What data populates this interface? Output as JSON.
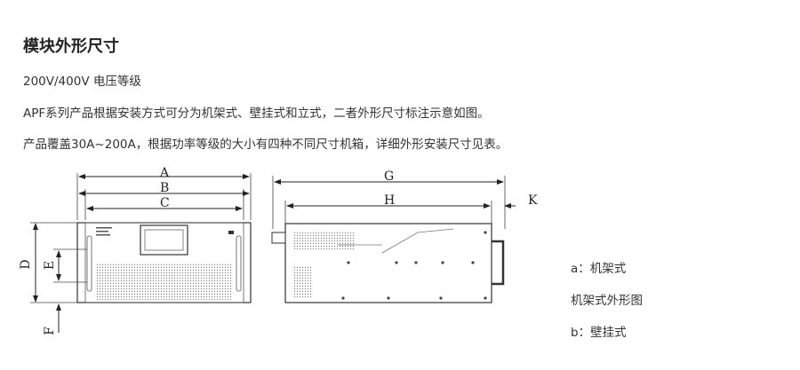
{
  "heading": "模块外形尺寸",
  "paragraphs": [
    "200V/400V 电压等级",
    "APF系列产品根据安装方式可分为机架式、壁挂式和立式，二者外形尺寸标注示意如图。",
    "产品覆盖30A~200A，根据功率等级的大小有四种不同尺寸机箱，详细外形安装尺寸见表。"
  ],
  "dimension_labels": {
    "A": "A",
    "B": "B",
    "C": "C",
    "D": "D",
    "E": "E",
    "F": "F",
    "G": "G",
    "H": "H",
    "K": "K"
  },
  "side_labels": [
    "a：机架式",
    "机架式外形图",
    "b：壁挂式"
  ]
}
